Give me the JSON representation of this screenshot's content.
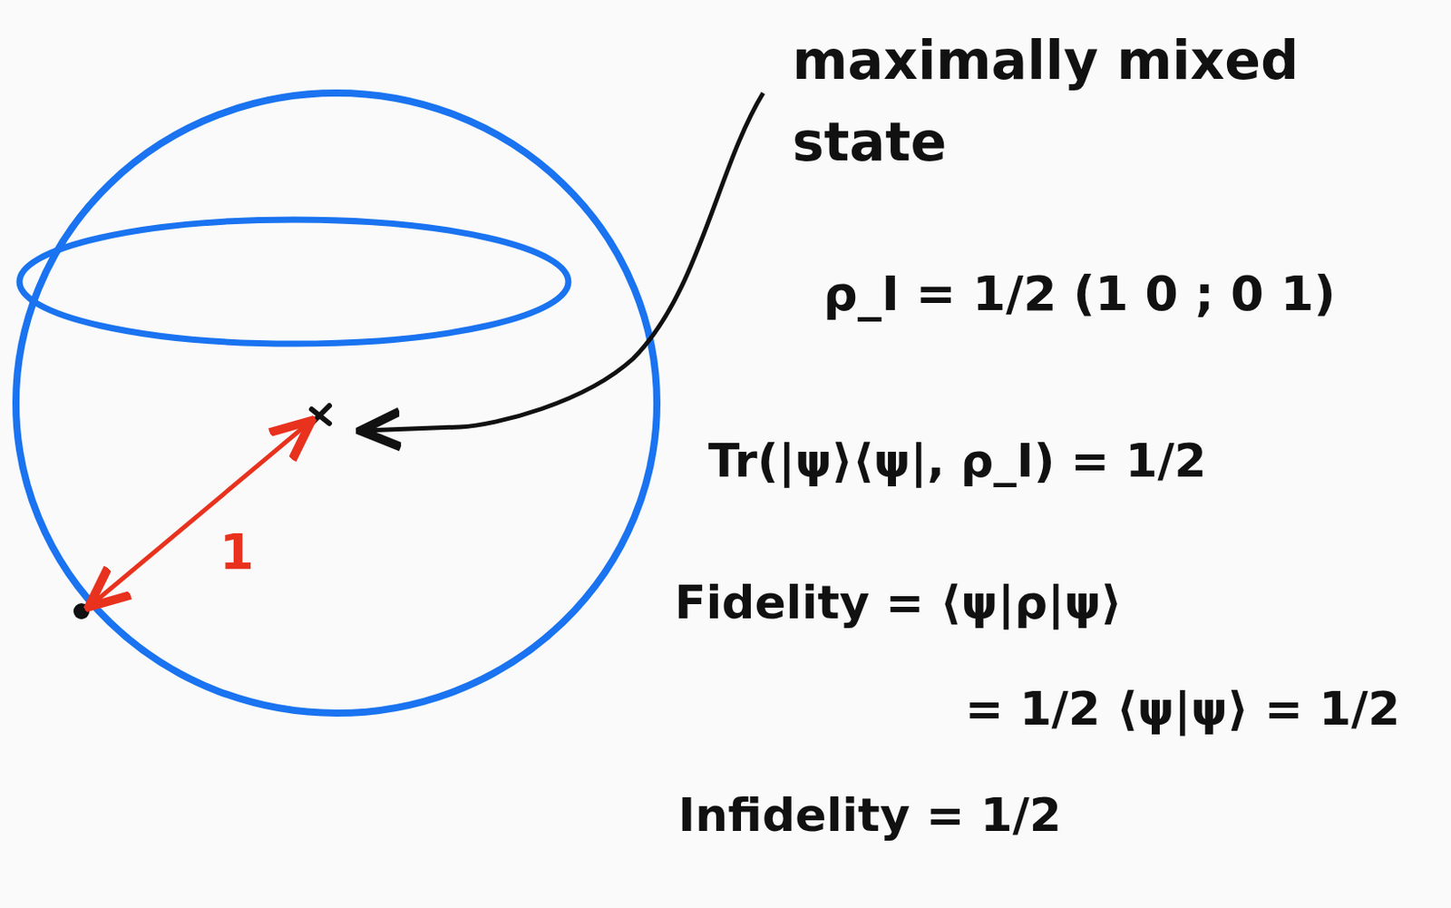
{
  "diagram": {
    "labels": [
      "maximally mixed state",
      "ρ_I = 1/2 (1 0 ; 0 1)",
      "Tr(|ψ⟩⟨ψ|, ρ_I) = 1/2",
      "Fidelity = ⟨ψ|ρ|ψ⟩",
      "= 1/2 ⟨ψ|ψ⟩ = 1/2",
      "Infidelity = 1/2",
      "1"
    ]
  }
}
